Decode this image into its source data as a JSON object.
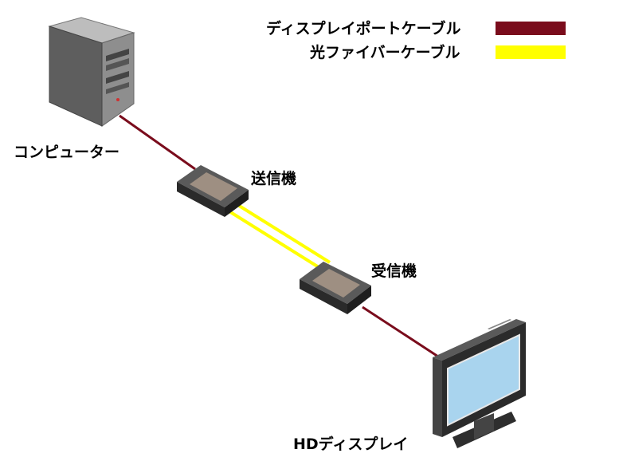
{
  "legend": {
    "items": [
      {
        "label": "ディスプレイポートケーブル",
        "color": "#7a0c1c"
      },
      {
        "label": "光ファイバーケーブル",
        "color": "#ffff00"
      }
    ]
  },
  "labels": {
    "computer": "コンピューター",
    "transmitter": "送信機",
    "receiver": "受信機",
    "display": "HDディスプレイ"
  },
  "colors": {
    "displayport": "#7a0c1c",
    "fiber": "#ffff00",
    "device_body": "#3a3a3a",
    "device_top": "#9a8c80",
    "screen": "#a9d4ee"
  },
  "icons": {
    "computer": "computer-tower-icon",
    "transmitter": "transmitter-box-icon",
    "receiver": "receiver-box-icon",
    "display": "monitor-icon"
  }
}
